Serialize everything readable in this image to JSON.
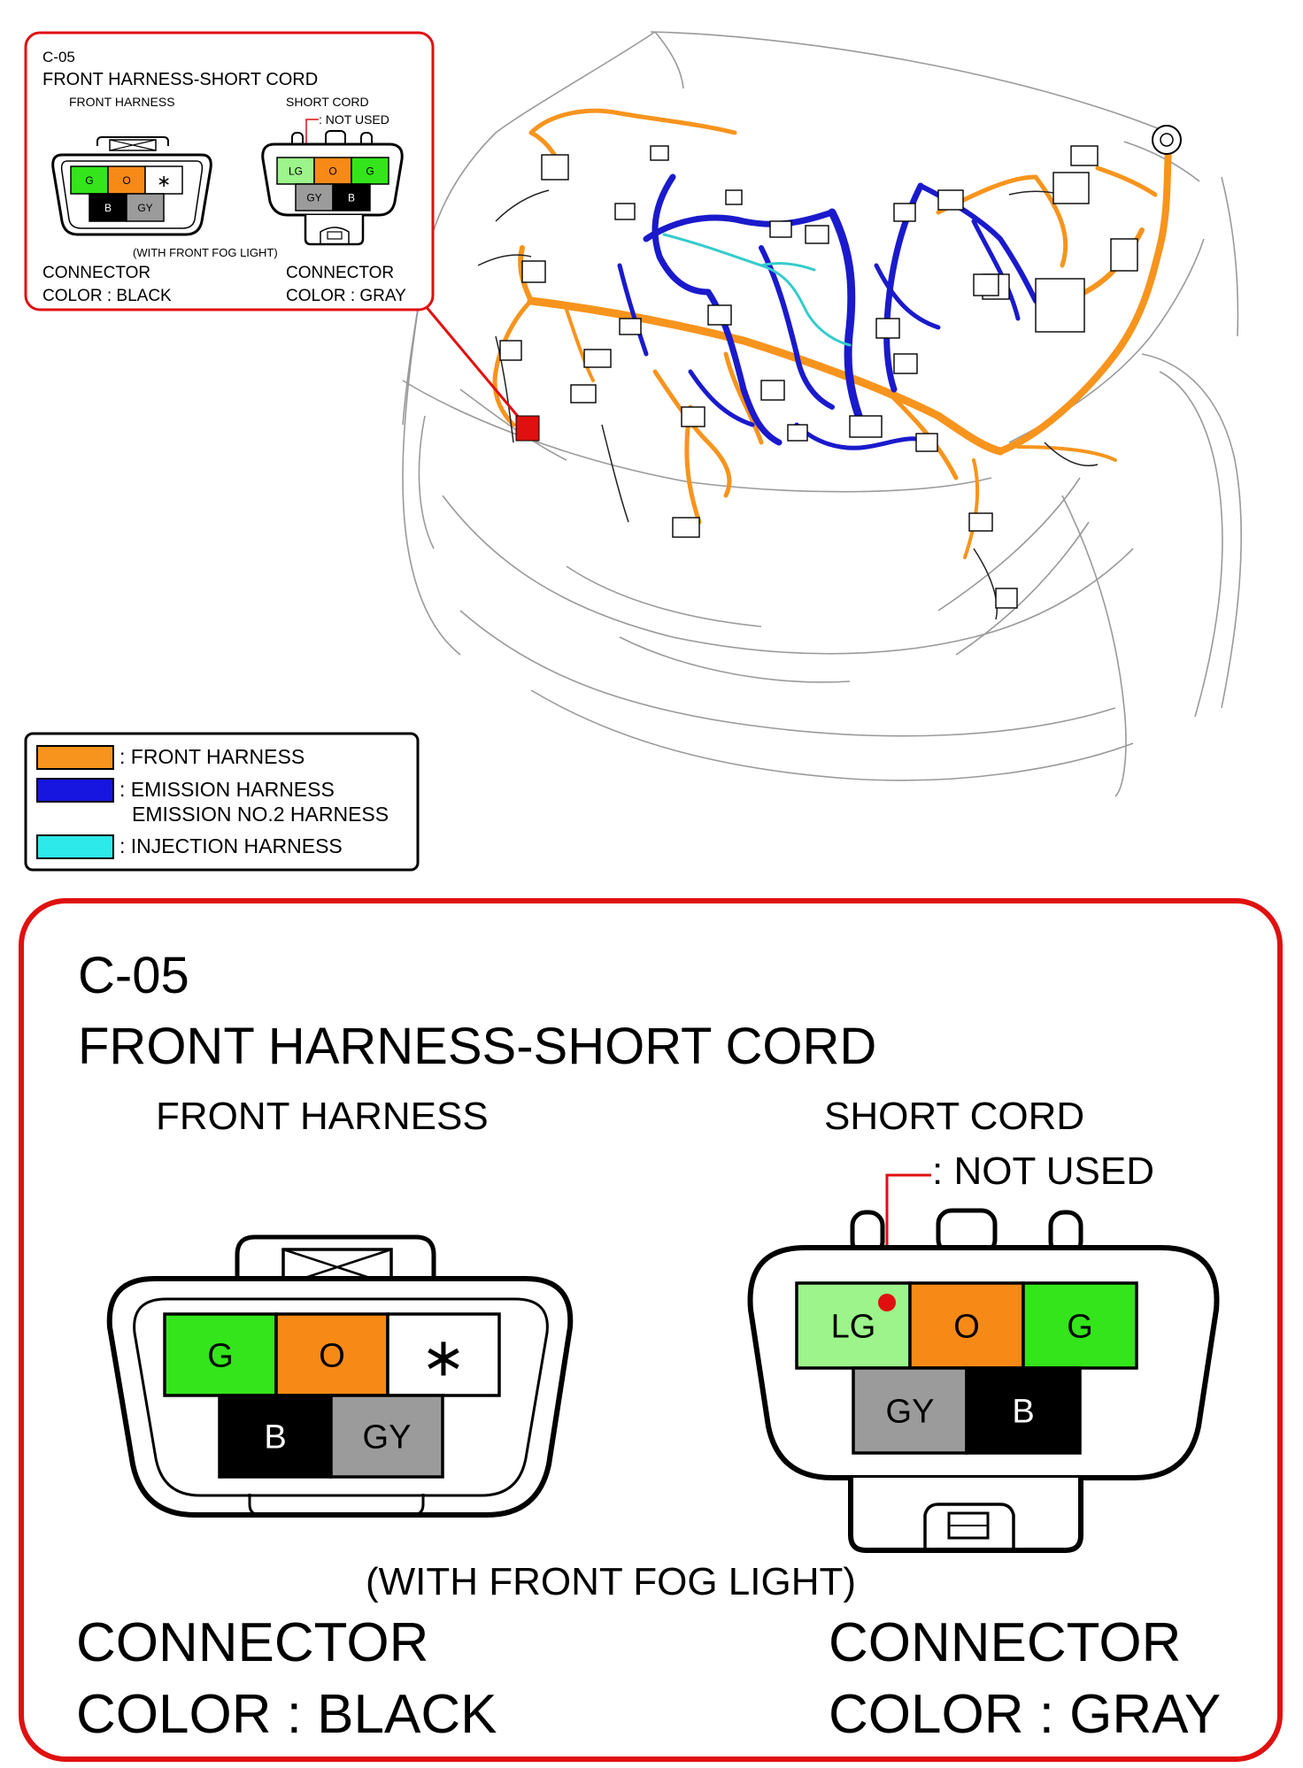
{
  "connector": {
    "code": "C-05",
    "title": "FRONT HARNESS-SHORT CORD",
    "left_label": "FRONT HARNESS",
    "right_label": "SHORT CORD",
    "not_used": ": NOT USED",
    "fog_note": "(WITH FRONT FOG LIGHT)",
    "left_connector_label": "CONNECTOR",
    "left_color_label": "COLOR : BLACK",
    "right_connector_label": "CONNECTOR",
    "right_color_label": "COLOR : GRAY",
    "front_pins_top": [
      {
        "label": "G",
        "color": "#33e51a"
      },
      {
        "label": "O",
        "color": "#f78a16"
      },
      {
        "label": "∗",
        "color": "#ffffff"
      }
    ],
    "front_pins_bottom": [
      {
        "label": "B",
        "color": "#000000",
        "text_color": "#ffffff"
      },
      {
        "label": "GY",
        "color": "#9b9b9b"
      }
    ],
    "short_pins_top": [
      {
        "label": "LG",
        "color": "#9cf48a"
      },
      {
        "label": "O",
        "color": "#f78a16"
      },
      {
        "label": "G",
        "color": "#33e51a"
      }
    ],
    "short_pins_bottom": [
      {
        "label": "GY",
        "color": "#9b9b9b"
      },
      {
        "label": "B",
        "color": "#000000",
        "text_color": "#ffffff"
      }
    ]
  },
  "legend": [
    {
      "label": ": FRONT HARNESS",
      "color": "#f7941d"
    },
    {
      "label": ": EMISSION HARNESS",
      "label2": "EMISSION NO.2 HARNESS",
      "color": "#1616e0"
    },
    {
      "label": ": INJECTION HARNESS",
      "color": "#2ee9e9"
    }
  ],
  "colors": {
    "callout_border": "#e01010",
    "front_harness": "#f7941d",
    "emission_harness": "#1a1acc",
    "injection_harness": "#33cccc",
    "location_marker": "#e01010"
  }
}
